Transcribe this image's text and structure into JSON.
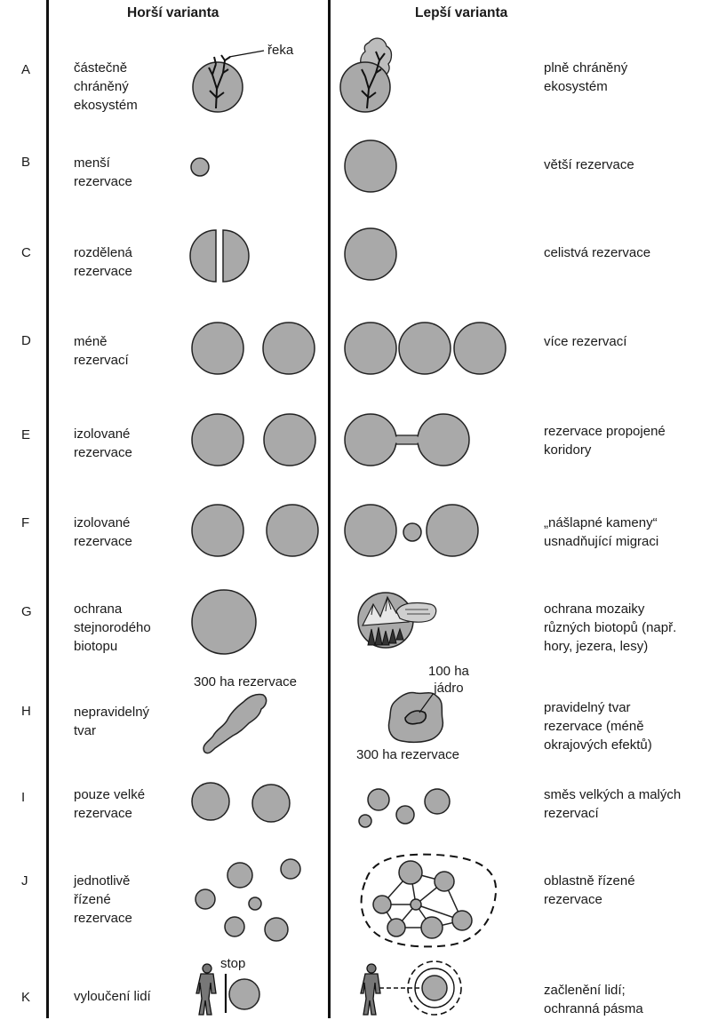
{
  "headers": {
    "worse": "Horší varianta",
    "better": "Lepší varianta"
  },
  "colors": {
    "fill": "#a9a9a9",
    "stroke": "#222222",
    "line": "#111111"
  },
  "rows": [
    {
      "letter": "A",
      "left": "částečně\nchráněný\nekosystém",
      "right": "plně chráněný\nekosystém",
      "label_river": "řeka"
    },
    {
      "letter": "B",
      "left": "menší\nrezervace",
      "right": "větší rezervace"
    },
    {
      "letter": "C",
      "left": "rozdělená\nrezervace",
      "right": "celistvá rezervace"
    },
    {
      "letter": "D",
      "left": "méně\nrezervací",
      "right": "více rezervací"
    },
    {
      "letter": "E",
      "left": "izolované\nrezervace",
      "right": "rezervace propojené\nkoridory"
    },
    {
      "letter": "F",
      "left": "izolované\nrezervace",
      "right": "„nášlapné kameny“\nusnadňující migraci"
    },
    {
      "letter": "G",
      "left": "ochrana\nstejnorodého\nbiotopu",
      "right": "ochrana mozaiky\nrůzných biotopů (např.\nhory, jezera, lesy)"
    },
    {
      "letter": "H",
      "left": "nepravidelný\ntvar",
      "right": "pravidelný tvar\nrezervace (méně\nokrajových efektů)",
      "label_300_left": "300 ha rezervace",
      "label_core": "100 ha\njádro",
      "label_300_right": "300 ha rezervace"
    },
    {
      "letter": "I",
      "left": "pouze velké\nrezervace",
      "right": "směs velkých a malých\nrezervací"
    },
    {
      "letter": "J",
      "left": "jednotlivě\nřízené\nrezervace",
      "right": "oblastně řízené\nrezervace"
    },
    {
      "letter": "K",
      "left": "vyloučení lidí",
      "right": "začlenění lidí;\nochranná pásma",
      "label_stop": "stop"
    }
  ]
}
